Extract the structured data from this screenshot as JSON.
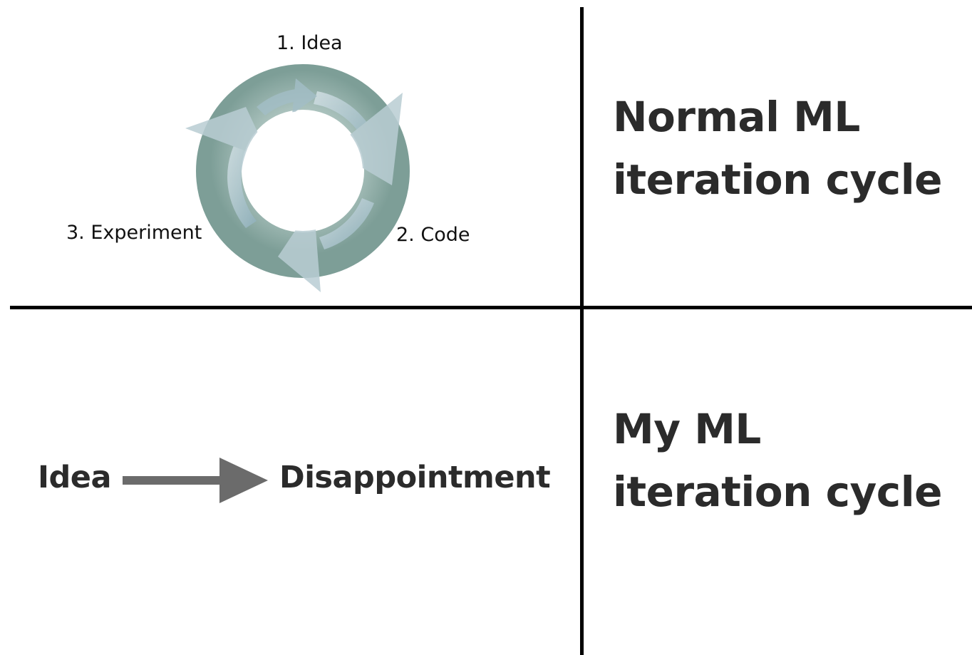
{
  "panels": {
    "top_left": {
      "labels": {
        "idea": "1. Idea",
        "code": "2. Code",
        "experiment": "3. Experiment"
      }
    },
    "top_right": {
      "caption_line1": "Normal ML",
      "caption_line2": "iteration cycle"
    },
    "bottom_left": {
      "from": "Idea",
      "to": "Disappointment"
    },
    "bottom_right": {
      "caption_line1": "My ML",
      "caption_line2": "iteration cycle"
    }
  },
  "colors": {
    "ring_dark": "#8aa9a2",
    "ring_light": "#c3d3d4",
    "arrow_fill": "#a9c2cc",
    "flow_arrow": "#6b6b6b",
    "text": "#2b2b2b",
    "divider": "#000000"
  }
}
